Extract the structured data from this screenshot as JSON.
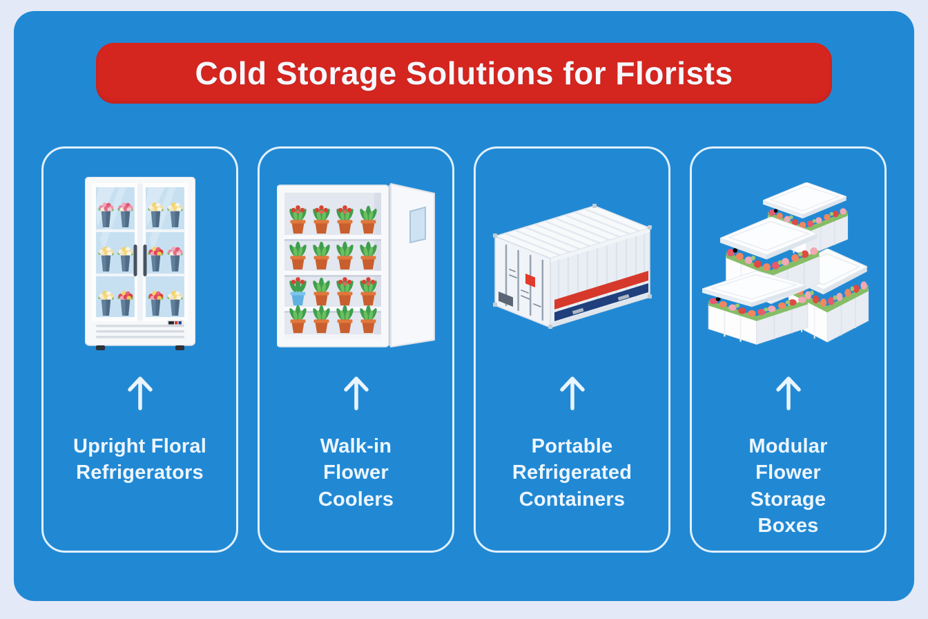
{
  "title": "Cold Storage Solutions for Florists",
  "cards": [
    {
      "label": "Upright Floral\nRefrigerators",
      "illustration": "upright-floral-refrigerator"
    },
    {
      "label": "Walk-in\nFlower\nCoolers",
      "illustration": "walk-in-flower-cooler"
    },
    {
      "label": "Portable\nRefrigerated\nContainers",
      "illustration": "portable-refrigerated-container"
    },
    {
      "label": "Modular\nFlower\nStorage\nBoxes",
      "illustration": "modular-flower-storage-boxes"
    }
  ],
  "icons": {
    "up_arrow_glyph": "↑"
  },
  "colors": {
    "page_background": "#e4e9f7",
    "panel_blue": "#2189d4",
    "banner_red": "#d5251f",
    "card_border": "#e1f0fb",
    "text_white": "#eef6fe",
    "stripe_red": "#d6392b",
    "stripe_navy": "#1f3f7d",
    "pot_terracotta": "#c95f2e",
    "pot_blue": "#5fb0e0"
  }
}
